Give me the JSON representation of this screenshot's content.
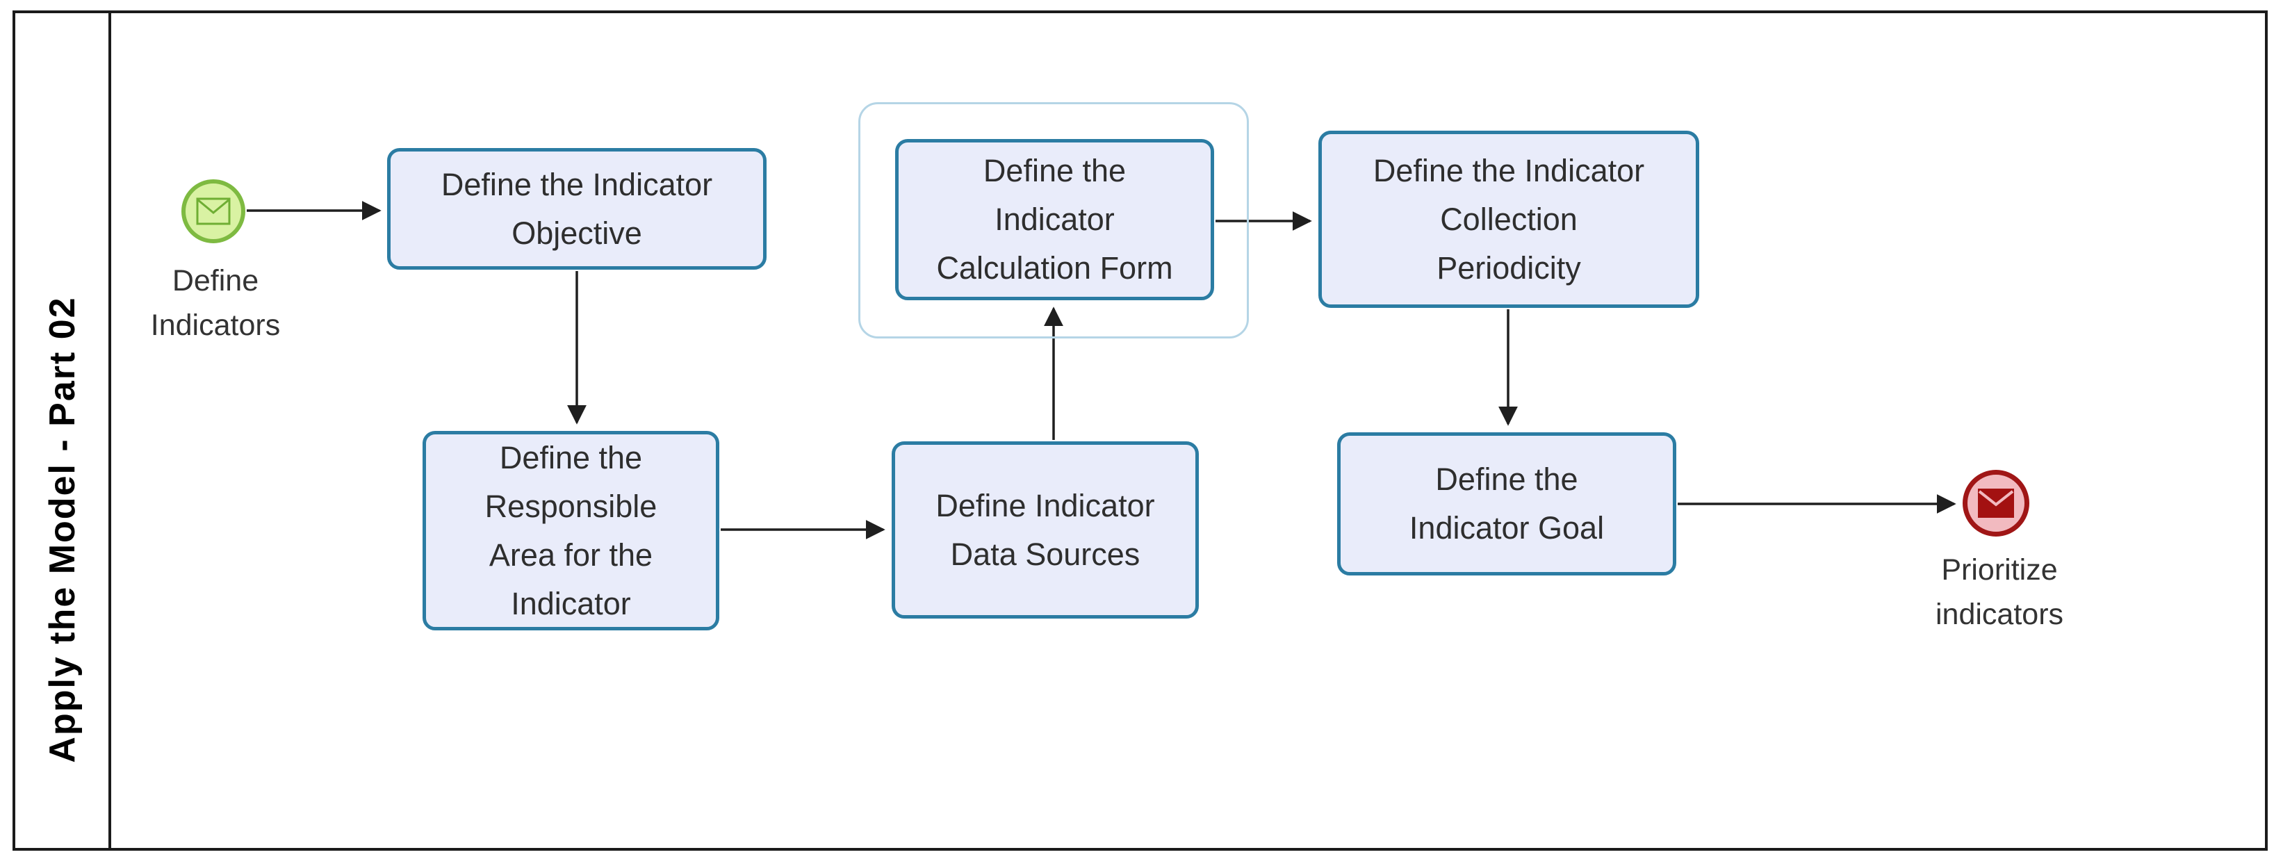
{
  "lane": {
    "title": "Apply the Model - Part 02"
  },
  "events": {
    "start": {
      "label": "Define\nIndicators",
      "icon": "message-envelope-icon",
      "type": "message-start-event"
    },
    "end": {
      "label": "Prioritize\nindicators",
      "icon": "message-envelope-icon",
      "type": "message-end-event"
    }
  },
  "tasks": {
    "objective": {
      "label": "Define the Indicator\nObjective"
    },
    "responsible": {
      "label": "Define the\nResponsible\nArea for the\nIndicator"
    },
    "datasources": {
      "label": "Define Indicator\nData Sources"
    },
    "calcform": {
      "label": "Define the\nIndicator\nCalculation Form"
    },
    "periodicity": {
      "label": "Define the Indicator\nCollection\nPeriodicity"
    },
    "goal": {
      "label": "Define the\nIndicator Goal"
    }
  },
  "flows": [
    {
      "from": "start-event",
      "to": "task-objective"
    },
    {
      "from": "task-objective",
      "to": "task-responsible"
    },
    {
      "from": "task-responsible",
      "to": "task-datasources"
    },
    {
      "from": "task-datasources",
      "to": "task-calcform"
    },
    {
      "from": "task-calcform",
      "to": "task-periodicity"
    },
    {
      "from": "task-periodicity",
      "to": "task-goal"
    },
    {
      "from": "task-goal",
      "to": "end-event"
    }
  ],
  "colors": {
    "pool_border": "#1b1b1b",
    "task_border": "#2b7ca3",
    "task_fill": "#e9ecfa",
    "group_border": "#b5d5e6",
    "start_border": "#7eba41",
    "start_fill": "#d9f2a3",
    "end_border": "#a01616",
    "end_fill": "#f2bac0",
    "connector": "#1f1f1f",
    "task_text": "#2e2e2e"
  }
}
